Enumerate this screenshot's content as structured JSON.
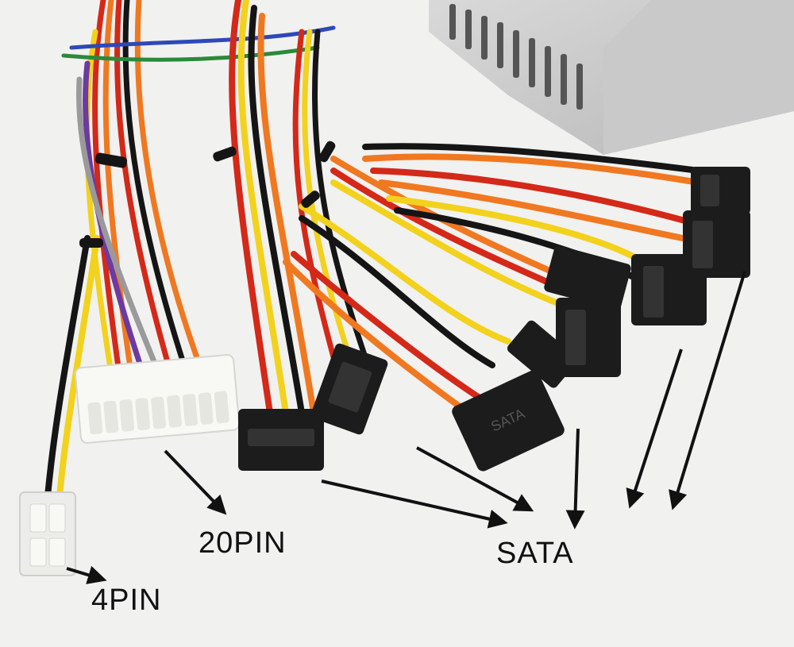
{
  "photo": {
    "background": "#f1f1f0",
    "labels": {
      "pin20": "20PIN",
      "pin4": "4PIN",
      "sata": "SATA",
      "sata_embossed": "SATA"
    },
    "wire_colors": {
      "red": "#d42818",
      "orange": "#f07820",
      "yellow": "#f2d21c",
      "black": "#151515",
      "purple": "#6c3aa0",
      "gray": "#9a9a9a",
      "green": "#2a8a3a",
      "blue": "#2e48b8"
    },
    "connector_colors": {
      "sata": "#1c1c1c",
      "molex_20pin": "#f8f8f5",
      "molex_4pin": "#ececea"
    }
  }
}
